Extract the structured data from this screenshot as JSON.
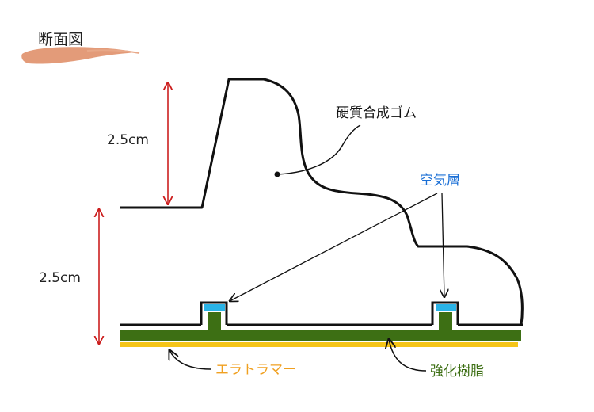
{
  "title": "断面図",
  "dimensions": {
    "upper": "2.5cm",
    "lower": "2.5cm"
  },
  "labels": {
    "rubber": "硬質合成ゴム",
    "air_layer": "空気層",
    "elastomer": "エラトラマー",
    "resin": "強化樹脂"
  },
  "colors": {
    "outline": "#111111",
    "dimension_arrow": "#cc1f1f",
    "air_layer": "#2ab3e6",
    "air_label": "#1a6fd6",
    "resin": "#3d6f14",
    "elastomer": "#f5c518",
    "elastomer_label": "#f0a020",
    "resin_label": "#3d6f14",
    "title_brush": "#e0906a"
  },
  "icons": {
    "title_underline": "brush-stroke-icon"
  }
}
